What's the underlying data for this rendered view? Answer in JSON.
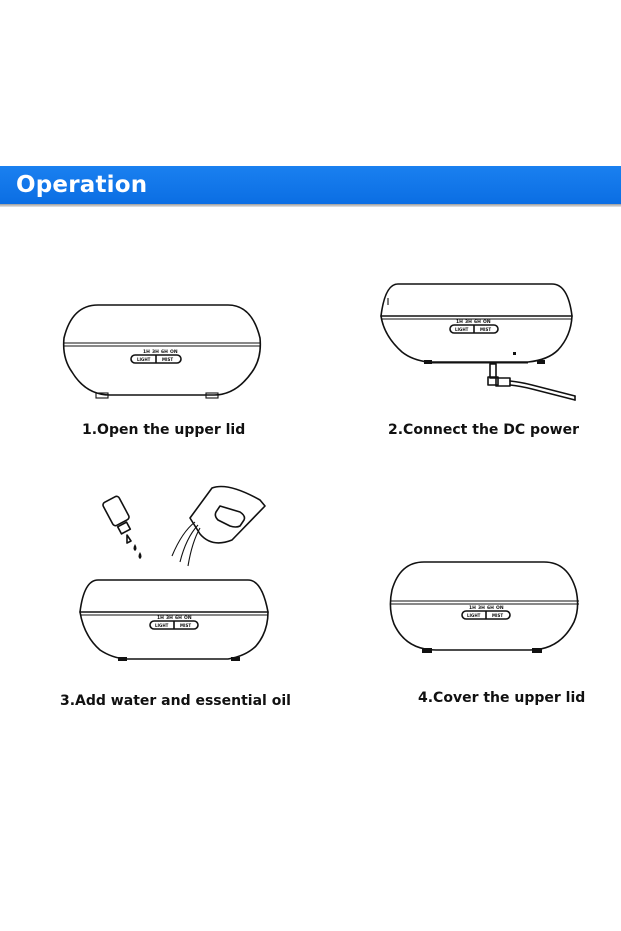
{
  "header": {
    "title": "Operation",
    "color": "#0f72e8"
  },
  "panel": {
    "timers": [
      "1H",
      "3H",
      "6H",
      "ON"
    ],
    "light_label": "LIGHT",
    "mist_label": "MIST"
  },
  "steps": [
    {
      "caption": "1.Open the upper lid"
    },
    {
      "caption": "2.Connect the DC power"
    },
    {
      "caption": "3.Add water and essential oil"
    },
    {
      "caption": "4.Cover the upper lid"
    }
  ]
}
